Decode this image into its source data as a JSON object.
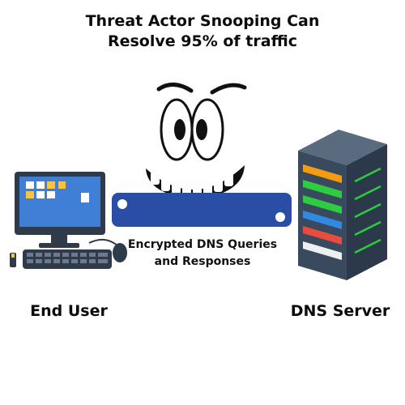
{
  "title": {
    "line1": "Threat Actor Snooping Can",
    "line2": "Resolve 95% of traffic"
  },
  "pipe": {
    "label_line1": "Encrypted DNS Queries",
    "label_line2": "and Responses",
    "color": "#2a4ea6"
  },
  "nodes": {
    "end_user": "End User",
    "dns_server": "DNS Server"
  },
  "icons": {
    "end_user": "desktop-computer-icon",
    "dns_server": "server-rack-icon",
    "threat_actor": "snooping-face-icon"
  },
  "colors": {
    "text": "#0b0b0b",
    "monitor_frame": "#2f3a4a",
    "monitor_screen": "#3f7fd6",
    "server_body": "#3a4a5e",
    "server_led_green": "#2ecc40",
    "server_led_blue": "#2f8ae0",
    "server_led_orange": "#f39c12",
    "server_led_red": "#e74c3c"
  }
}
